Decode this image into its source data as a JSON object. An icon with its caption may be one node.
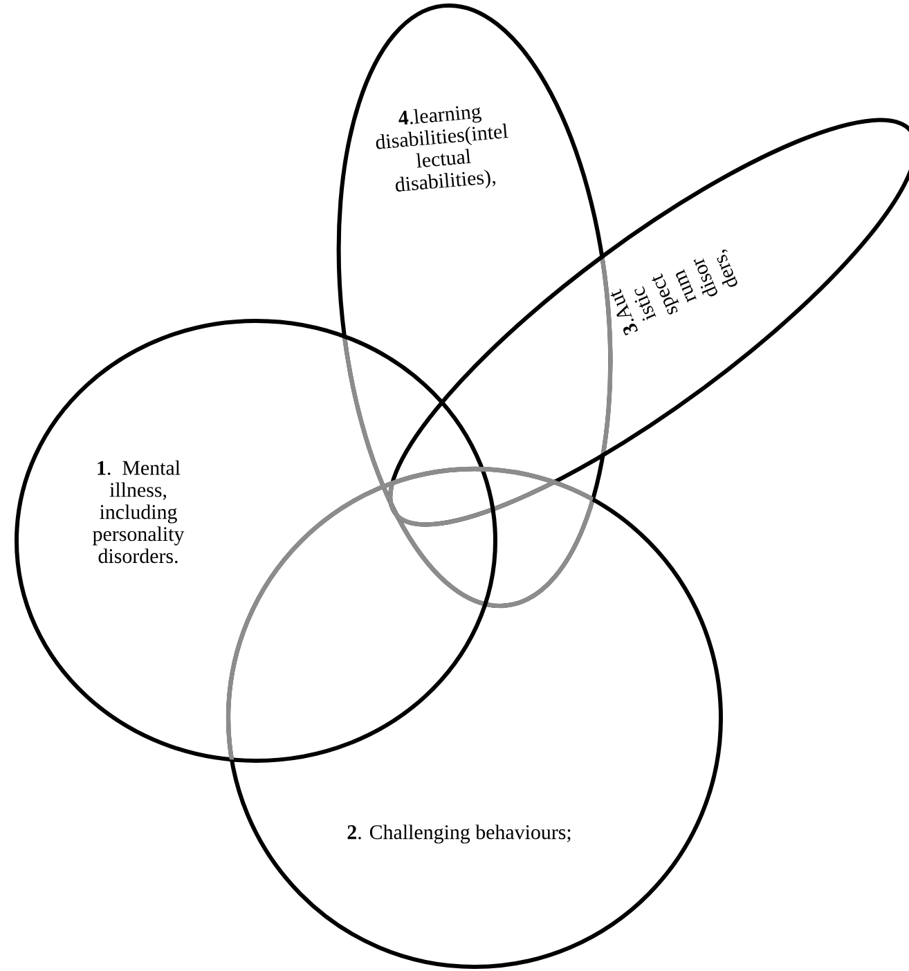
{
  "diagram": {
    "nodes": [
      {
        "text": [
          "**4**.learning disabilities(intel lectual disabilities),"
        ]
      },
      {
        "text": [
          "**3**.Aut istic spect rum disor ders,"
        ]
      },
      {
        "text": [
          "**1**. Mental illness, including personality disorders."
        ]
      },
      {
        "text": [
          "**2**. Challenging behaviours;"
        ]
      }
    ]
  }
}
